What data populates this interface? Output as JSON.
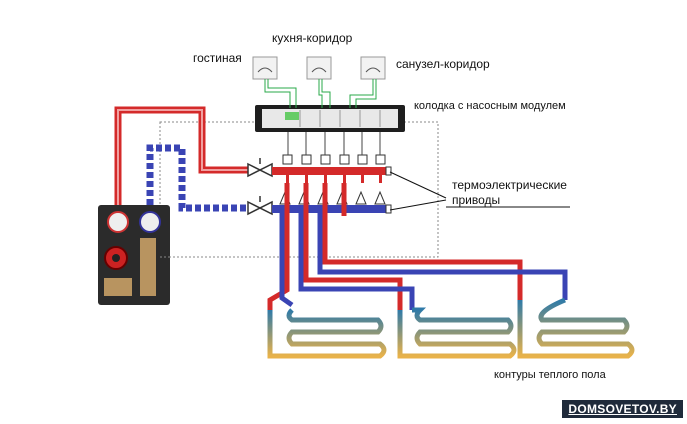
{
  "labels": {
    "living_room": "гостиная",
    "kitchen_corridor": "кухня-коридор",
    "bathroom_corridor": "санузел-коридор",
    "terminal_block": "колодка с насосным модулем",
    "actuators_line1": "термоэлектрические",
    "actuators_line2": "приводы",
    "floor_loops": "контуры теплого пола"
  },
  "watermark": "DOMSOVETOV.BY",
  "colors": {
    "supply": "#d42a2a",
    "return": "#3a44b4",
    "loop_warm": "#e8b24a",
    "loop_cool": "#2f7aa8",
    "wire": "#2aa84a",
    "dashed": "#888888"
  },
  "icons": [
    "thermostat-icon",
    "ball-valve-icon",
    "pump-icon",
    "actuator-icon"
  ]
}
